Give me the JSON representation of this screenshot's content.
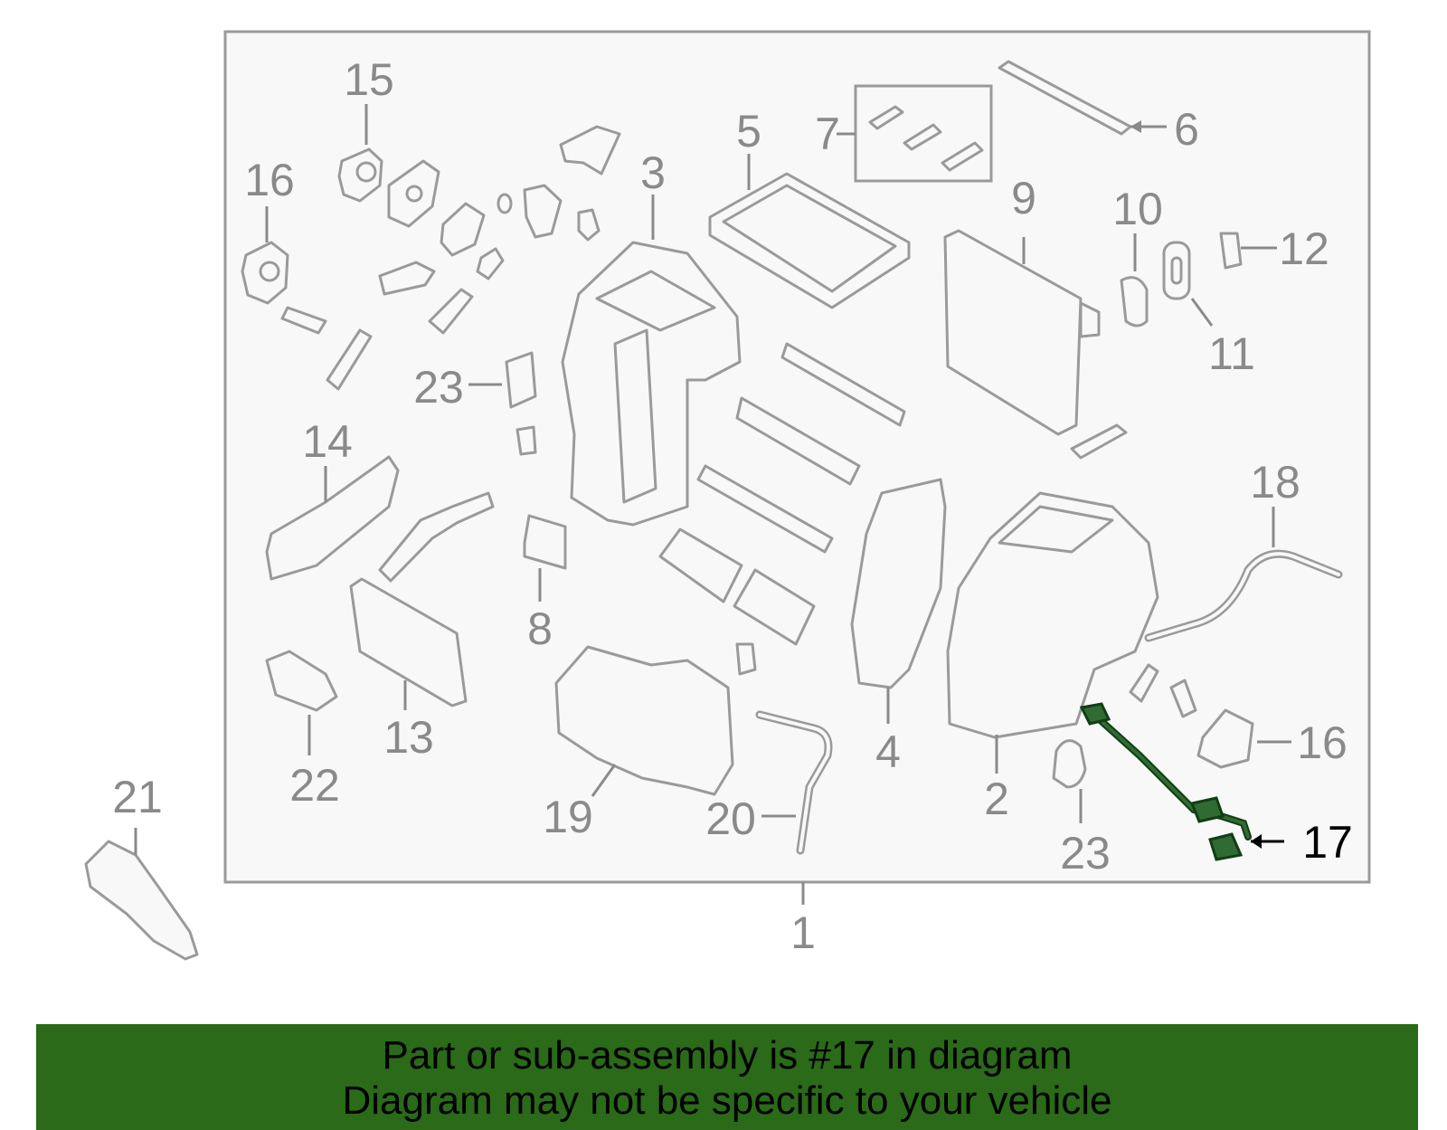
{
  "labels": {
    "l1": "1",
    "l2": "2",
    "l3": "3",
    "l4": "4",
    "l5": "5",
    "l6": "6",
    "l7": "7",
    "l8": "8",
    "l9": "9",
    "l10": "10",
    "l11": "11",
    "l12": "12",
    "l13": "13",
    "l14": "14",
    "l15": "15",
    "l16a": "16",
    "l16b": "16",
    "l17": "17",
    "l18": "18",
    "l19": "19",
    "l20": "20",
    "l21": "21",
    "l22": "22",
    "l23a": "23",
    "l23b": "23"
  },
  "highlighted_part": "17",
  "colors": {
    "highlight": "#2f6b32",
    "banner": "#2a6a19",
    "line": "#9a9a9a",
    "background_box": "#f8f8f8"
  },
  "banner": {
    "line1": "Part or sub-assembly is #17 in diagram",
    "line2": "Diagram may not be specific to your vehicle"
  }
}
